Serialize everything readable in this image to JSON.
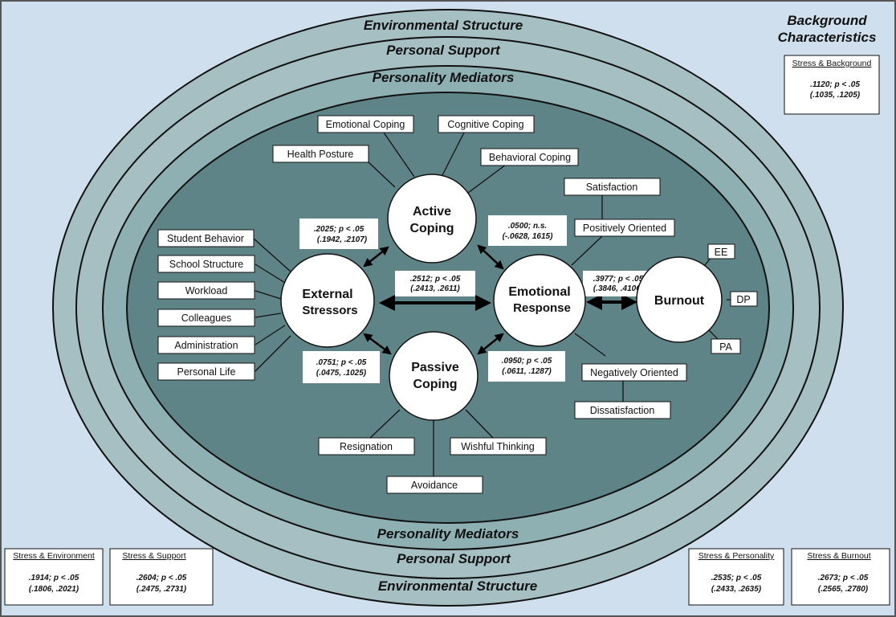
{
  "rings": {
    "environmental_structure": "Environmental Structure",
    "personal_support": "Personal Support",
    "personality_mediators": "Personality Mediators"
  },
  "background": {
    "title_line1": "Background",
    "title_line2": "Characteristics",
    "box": {
      "title": "Stress & Background",
      "line1": ".1120; p < .05",
      "line2": "(.1035, .1205)"
    }
  },
  "corner_boxes": {
    "environment": {
      "title": "Stress & Environment",
      "line1": ".1914; p < .05",
      "line2": "(.1806, .2021)"
    },
    "support": {
      "title": "Stress & Support",
      "line1": ".2604; p < .05",
      "line2": "(.2475, .2731)"
    },
    "personality": {
      "title": "Stress & Personality",
      "line1": ".2535; p < .05",
      "line2": "(.2433, .2635)"
    },
    "burnout": {
      "title": "Stress & Burnout",
      "line1": ".2673; p < .05",
      "line2": "(.2565, .2780)"
    }
  },
  "nodes": {
    "external_stressors": {
      "line1": "External",
      "line2": "Stressors"
    },
    "active_coping": {
      "line1": "Active",
      "line2": "Coping"
    },
    "passive_coping": {
      "line1": "Passive",
      "line2": "Coping"
    },
    "emotional_response": {
      "line1": "Emotional",
      "line2": "Response"
    },
    "burnout": {
      "line1": "Burnout"
    }
  },
  "stressor_boxes": [
    "Student Behavior",
    "School Structure",
    "Workload",
    "Colleagues",
    "Administration",
    "Personal Life"
  ],
  "active_boxes": {
    "emotional": "Emotional Coping",
    "cognitive": "Cognitive Coping",
    "health": "Health Posture",
    "behavioral": "Behavioral Coping"
  },
  "passive_boxes": {
    "resignation": "Resignation",
    "wishful": "Wishful Thinking",
    "avoidance": "Avoidance"
  },
  "emotional_boxes": {
    "satisfaction": "Satisfaction",
    "positively": "Positively Oriented",
    "negatively": "Negatively Oriented",
    "dissatisfaction": "Dissatisfaction"
  },
  "burnout_boxes": {
    "ee": "EE",
    "dp": "DP",
    "pa": "PA"
  },
  "stats": {
    "stress_active": {
      "line1": ".2025; p < .05",
      "line2": "(.1942, .2107)"
    },
    "stress_emotional": {
      "line1": ".2512; p < .05",
      "line2": "(.2413, .2611)"
    },
    "active_emotional": {
      "line1": ".0500; n.s.",
      "line2": "(-.0628, 1615)"
    },
    "emotional_burnout": {
      "line1": ".3977; p < .05",
      "line2": "(.3846, .4106)"
    },
    "stress_passive": {
      "line1": ".0751; p < .05",
      "line2": "(.0475, .1025)"
    },
    "passive_emotional": {
      "line1": ".0950; p < .05",
      "line2": "(.0611, .1287)"
    }
  },
  "colors": {
    "background": "#cfdfed",
    "ring_outer": "#a6bfc2",
    "ring_inner": "#8fb0b3",
    "core": "#5f8487",
    "node_fill": "#ffffff"
  }
}
